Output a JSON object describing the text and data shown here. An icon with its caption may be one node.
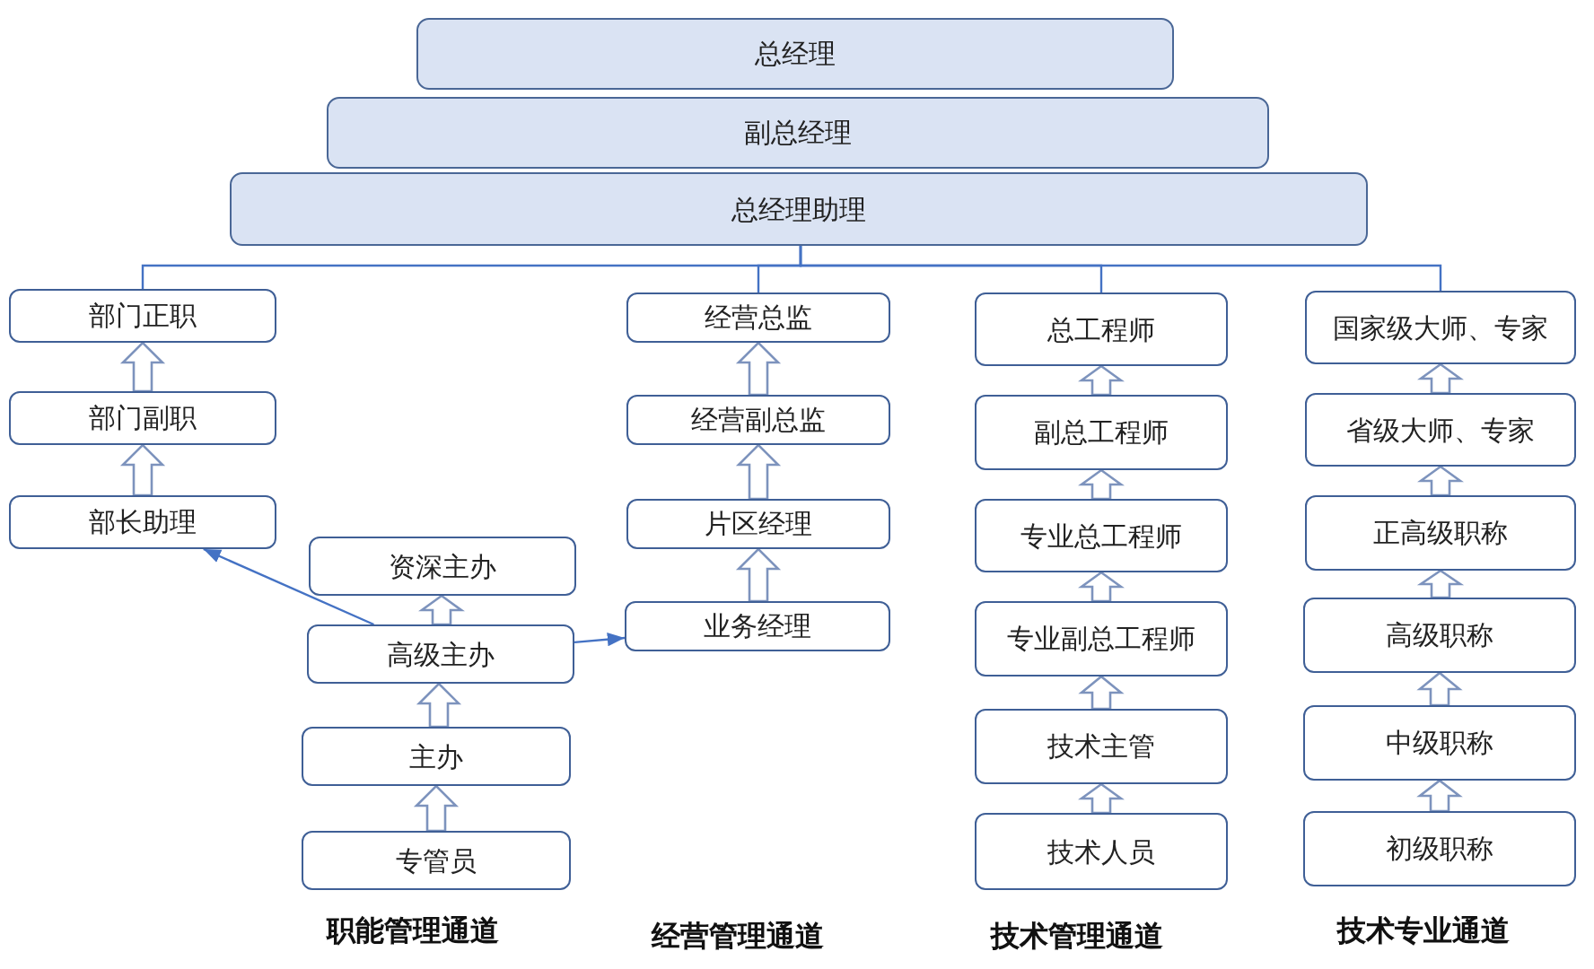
{
  "diagram": {
    "nodes": [
      {
        "text": [
          "总经理"
        ]
      },
      {
        "text": [
          "副总经理"
        ]
      },
      {
        "text": [
          "总经理助理"
        ]
      },
      {
        "text": [
          "部门正职"
        ]
      },
      {
        "text": [
          "部门副职"
        ]
      },
      {
        "text": [
          "部长助理"
        ]
      },
      {
        "text": [
          "资深主办"
        ]
      },
      {
        "text": [
          "高级主办"
        ]
      },
      {
        "text": [
          "主办"
        ]
      },
      {
        "text": [
          "专管员"
        ]
      },
      {
        "text": [
          "经营总监"
        ]
      },
      {
        "text": [
          "经营副总监"
        ]
      },
      {
        "text": [
          "片区经理"
        ]
      },
      {
        "text": [
          "业务经理"
        ]
      },
      {
        "text": [
          "总工程师"
        ]
      },
      {
        "text": [
          "副总工程师"
        ]
      },
      {
        "text": [
          "专业总工程师"
        ]
      },
      {
        "text": [
          "专业副总工程师"
        ]
      },
      {
        "text": [
          "技术主管"
        ]
      },
      {
        "text": [
          "技术人员"
        ]
      },
      {
        "text": [
          "国家级大师、专家"
        ]
      },
      {
        "text": [
          "省级大师、专家"
        ]
      },
      {
        "text": [
          "正高级职称"
        ]
      },
      {
        "text": [
          "高级职称"
        ]
      },
      {
        "text": [
          "中级职称"
        ]
      },
      {
        "text": [
          "初级职称"
        ]
      }
    ],
    "edges": [
      {
        "from": 2,
        "to": 3,
        "arrow": "none"
      },
      {
        "from": 2,
        "to": 10,
        "arrow": "none"
      },
      {
        "from": 2,
        "to": 14,
        "arrow": "none"
      },
      {
        "from": 2,
        "to": 20,
        "arrow": "none"
      },
      {
        "from": 4,
        "to": 3,
        "arrow": "to",
        "style": "thick"
      },
      {
        "from": 5,
        "to": 4,
        "arrow": "to",
        "style": "thick"
      },
      {
        "from": 7,
        "to": 6,
        "arrow": "to",
        "style": "thick"
      },
      {
        "from": 8,
        "to": 7,
        "arrow": "to",
        "style": "thick"
      },
      {
        "from": 9,
        "to": 8,
        "arrow": "to",
        "style": "thick"
      },
      {
        "from": 7,
        "to": 5,
        "arrow": "to"
      },
      {
        "from": 7,
        "to": 13,
        "arrow": "to"
      },
      {
        "from": 11,
        "to": 10,
        "arrow": "to",
        "style": "thick"
      },
      {
        "from": 12,
        "to": 11,
        "arrow": "to",
        "style": "thick"
      },
      {
        "from": 13,
        "to": 12,
        "arrow": "to",
        "style": "thick"
      },
      {
        "from": 15,
        "to": 14,
        "arrow": "to",
        "style": "thick"
      },
      {
        "from": 16,
        "to": 15,
        "arrow": "to",
        "style": "thick"
      },
      {
        "from": 17,
        "to": 16,
        "arrow": "to",
        "style": "thick"
      },
      {
        "from": 18,
        "to": 17,
        "arrow": "to",
        "style": "thick"
      },
      {
        "from": 19,
        "to": 18,
        "arrow": "to",
        "style": "thick"
      },
      {
        "from": 21,
        "to": 20,
        "arrow": "to",
        "style": "thick"
      },
      {
        "from": 22,
        "to": 21,
        "arrow": "to",
        "style": "thick"
      },
      {
        "from": 23,
        "to": 22,
        "arrow": "to",
        "style": "thick"
      },
      {
        "from": 24,
        "to": 23,
        "arrow": "to",
        "style": "thick"
      },
      {
        "from": 25,
        "to": 24,
        "arrow": "to",
        "style": "thick"
      }
    ],
    "labels": [
      "职能管理通道",
      "经营管理通道",
      "技术管理通道",
      "技术专业通道"
    ]
  }
}
